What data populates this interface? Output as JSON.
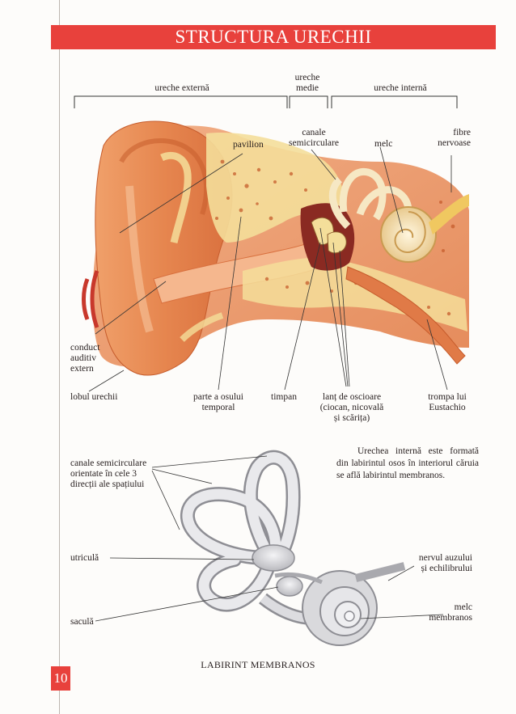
{
  "title": "STRUCTURA URECHII",
  "page_number": "10",
  "colors": {
    "accent": "#e8413c",
    "skin": "#e98c55",
    "bone": "#f4de9a",
    "membrane": "#d9d9dc"
  },
  "sections": {
    "outer": "ureche externă",
    "middle": [
      "ureche",
      "medie"
    ],
    "inner": "ureche internă"
  },
  "ear_labels": {
    "pavilion": "pavilion",
    "canale": [
      "canale",
      "semicirculare"
    ],
    "melc": "melc",
    "fibre": [
      "fibre",
      "nervoase"
    ],
    "conduct": [
      "conduct",
      "auditiv",
      "extern"
    ],
    "lobul": "lobul urechii",
    "parte": [
      "parte a osului",
      "temporal"
    ],
    "timpan": "timpan",
    "lant": [
      "lanț de oscioare",
      "(ciocan, nicovală",
      "și scărița)"
    ],
    "trompa": [
      "trompa lui",
      "Eustachio"
    ]
  },
  "labyrinth_labels": {
    "canale": [
      "canale semicirculare",
      "orientate în cele 3",
      "direcții ale spațiului"
    ],
    "utricula": "utriculă",
    "sacula": "saculă",
    "nervul": [
      "nervul auzului",
      "și echilibrului"
    ],
    "melc": [
      "melc",
      "membranos"
    ]
  },
  "caption": [
    "Urechea internă este formată din labirintul osos în interiorul căruia se află labirintul membranos."
  ],
  "bottom_title": "LABIRINT MEMBRANOS"
}
